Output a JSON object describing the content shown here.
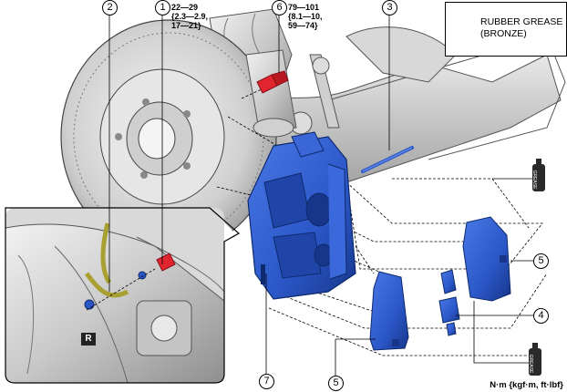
{
  "legend": {
    "text_line1": "RUBBER GREASE",
    "text_line2": "(BRONZE)",
    "icon": "grease-tube-icon",
    "icon_text": "GREASE"
  },
  "callouts": [
    "1",
    "2",
    "3",
    "4",
    "5",
    "5",
    "6",
    "7"
  ],
  "torque_1": "22—29\n{2.3—2.9,\n17—21}",
  "torque_6": "79—101\n{8.1—10,\n59—74}",
  "inset_badge": "R",
  "units": "N·m {kgf·m, ft·lbf}",
  "colors": {
    "caliper": "#2b57c8",
    "caliper_dark": "#1a3a92",
    "bolt": "#e0252e",
    "grease": "#2a2a2a"
  }
}
